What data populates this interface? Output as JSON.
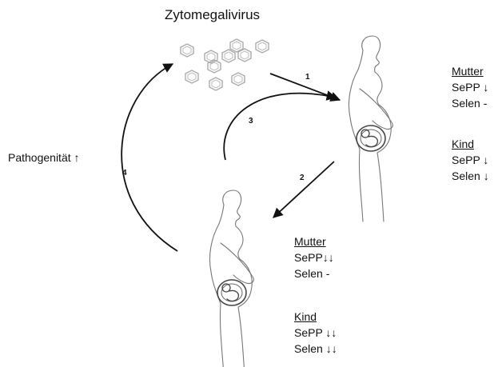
{
  "title": "Zytomegalivirus",
  "pathogenicity_label": "Pathogenität ↑",
  "steps": [
    "1",
    "2",
    "3",
    "4"
  ],
  "woman1": {
    "mother_heading": "Mutter",
    "mother_lines": [
      "SePP ↓",
      "Selen -"
    ],
    "child_heading": "Kind",
    "child_lines": [
      "SePP ↓",
      "Selen ↓"
    ]
  },
  "woman2": {
    "mother_heading": "Mutter",
    "mother_lines": [
      "SePP↓↓",
      "Selen -"
    ],
    "child_heading": "Kind",
    "child_lines": [
      "SePP ↓↓",
      "Selen ↓↓"
    ]
  },
  "icons": [
    "virus-particle-icon",
    "pregnant-woman-icon"
  ]
}
